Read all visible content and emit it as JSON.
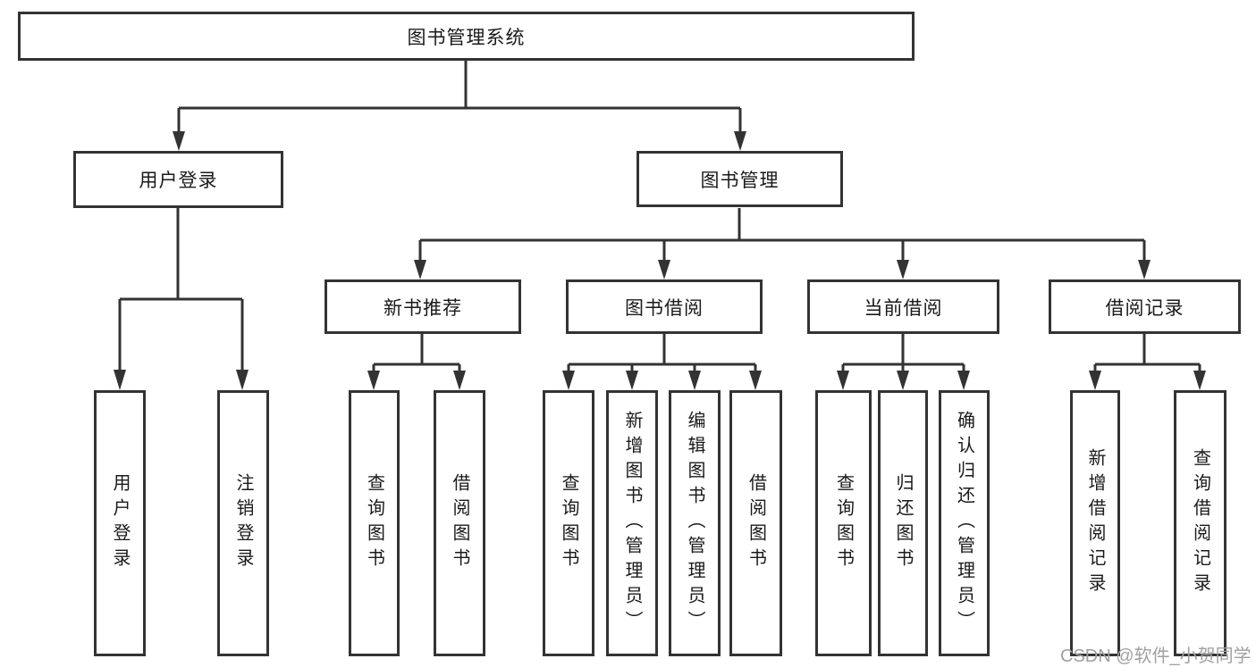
{
  "tree": {
    "root": {
      "label": "图书管理系统"
    },
    "level2": [
      {
        "label": "用户登录"
      },
      {
        "label": "图书管理"
      }
    ],
    "level3": [
      {
        "label": "新书推荐"
      },
      {
        "label": "图书借阅"
      },
      {
        "label": "当前借阅"
      },
      {
        "label": "借阅记录"
      }
    ],
    "leaves": [
      {
        "label": "用户登录",
        "parent": "用户登录"
      },
      {
        "label": "注销登录",
        "parent": "用户登录"
      },
      {
        "label": "查询图书",
        "parent": "新书推荐"
      },
      {
        "label": "借阅图书",
        "parent": "新书推荐"
      },
      {
        "label": "查询图书",
        "parent": "图书借阅"
      },
      {
        "label": "新增图书（管理员）",
        "parent": "图书借阅"
      },
      {
        "label": "编辑图书（管理员）",
        "parent": "图书借阅"
      },
      {
        "label": "借阅图书",
        "parent": "图书借阅"
      },
      {
        "label": "查询图书",
        "parent": "当前借阅"
      },
      {
        "label": "归还图书",
        "parent": "当前借阅"
      },
      {
        "label": "确认归还（管理员）",
        "parent": "当前借阅"
      },
      {
        "label": "新增借阅记录",
        "parent": "借阅记录"
      },
      {
        "label": "查询借阅记录",
        "parent": "借阅记录"
      }
    ]
  },
  "watermark": {
    "text": "CSDN @软件_小贺同学"
  },
  "colors": {
    "line": "#333333",
    "text": "#1a1a1a",
    "box_fill": "#ffffff",
    "watermark": "#a0a0a0",
    "background": "#ffffff"
  }
}
